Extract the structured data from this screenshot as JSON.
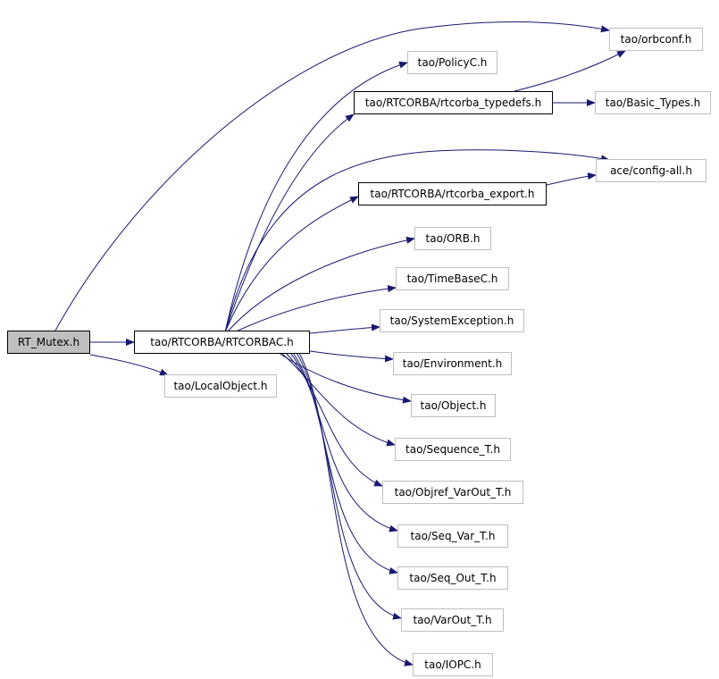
{
  "graph": {
    "root": "RT_Mutex.h",
    "nodes": {
      "rt_mutex": "RT_Mutex.h",
      "rtcorbac": "tao/RTCORBA/RTCORBAC.h",
      "localobject": "tao/LocalObject.h",
      "orbconf": "tao/orbconf.h",
      "policyc": "tao/PolicyC.h",
      "rtcorba_typedefs": "tao/RTCORBA/rtcorba_typedefs.h",
      "basic_types": "tao/Basic_Types.h",
      "config_all": "ace/config-all.h",
      "rtcorba_export": "tao/RTCORBA/rtcorba_export.h",
      "orb": "tao/ORB.h",
      "timebasec": "tao/TimeBaseC.h",
      "systemexception": "tao/SystemException.h",
      "environment": "tao/Environment.h",
      "object": "tao/Object.h",
      "sequence_t": "tao/Sequence_T.h",
      "objref_varout_t": "tao/Objref_VarOut_T.h",
      "seq_var_t": "tao/Seq_Var_T.h",
      "seq_out_t": "tao/Seq_Out_T.h",
      "varout_t": "tao/VarOut_T.h",
      "iopc": "tao/IOPC.h"
    },
    "edges": [
      [
        "rt_mutex",
        "rtcorbac"
      ],
      [
        "rt_mutex",
        "localobject"
      ],
      [
        "rt_mutex",
        "orbconf"
      ],
      [
        "rtcorbac",
        "policyc"
      ],
      [
        "rtcorbac",
        "rtcorba_typedefs"
      ],
      [
        "rtcorbac",
        "config_all"
      ],
      [
        "rtcorbac",
        "rtcorba_export"
      ],
      [
        "rtcorbac",
        "orb"
      ],
      [
        "rtcorbac",
        "timebasec"
      ],
      [
        "rtcorbac",
        "systemexception"
      ],
      [
        "rtcorbac",
        "environment"
      ],
      [
        "rtcorbac",
        "object"
      ],
      [
        "rtcorbac",
        "sequence_t"
      ],
      [
        "rtcorbac",
        "objref_varout_t"
      ],
      [
        "rtcorbac",
        "seq_var_t"
      ],
      [
        "rtcorbac",
        "seq_out_t"
      ],
      [
        "rtcorbac",
        "varout_t"
      ],
      [
        "rtcorbac",
        "iopc"
      ],
      [
        "rtcorba_typedefs",
        "orbconf"
      ],
      [
        "rtcorba_typedefs",
        "basic_types"
      ],
      [
        "rtcorba_export",
        "config_all"
      ]
    ],
    "colors": {
      "edge": "#191970",
      "node_border": "#bfbfbf",
      "linked_node_border": "#000000",
      "root_fill": "#bfbfbf"
    }
  }
}
